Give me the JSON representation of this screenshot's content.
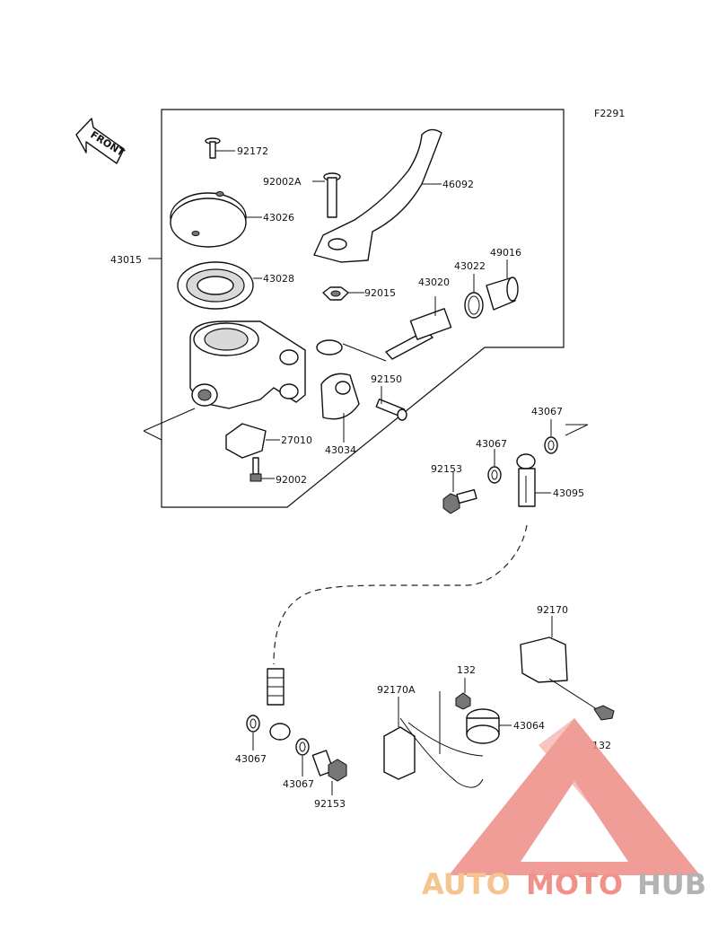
{
  "diagram": {
    "code": "F2291",
    "front_label": "FRONT",
    "parts": [
      {
        "id": "p92172",
        "number": "92172"
      },
      {
        "id": "p92002A",
        "number": "92002A"
      },
      {
        "id": "p46092",
        "number": "46092"
      },
      {
        "id": "p43026",
        "number": "43026"
      },
      {
        "id": "p43015",
        "number": "43015"
      },
      {
        "id": "p43028",
        "number": "43028"
      },
      {
        "id": "p92015",
        "number": "92015"
      },
      {
        "id": "p43020",
        "number": "43020"
      },
      {
        "id": "p43022",
        "number": "43022"
      },
      {
        "id": "p49016",
        "number": "49016"
      },
      {
        "id": "p92150",
        "number": "92150"
      },
      {
        "id": "p27010",
        "number": "27010"
      },
      {
        "id": "p43034",
        "number": "43034"
      },
      {
        "id": "p92002",
        "number": "92002"
      },
      {
        "id": "p43067a",
        "number": "43067"
      },
      {
        "id": "p43067b",
        "number": "43067"
      },
      {
        "id": "p92153a",
        "number": "92153"
      },
      {
        "id": "p43095",
        "number": "43095"
      },
      {
        "id": "p92170",
        "number": "92170"
      },
      {
        "id": "p132a",
        "number": "132"
      },
      {
        "id": "p92170A",
        "number": "92170A"
      },
      {
        "id": "p43064",
        "number": "43064"
      },
      {
        "id": "p132b",
        "number": "132"
      },
      {
        "id": "p43067c",
        "number": "43067"
      },
      {
        "id": "p43067d",
        "number": "43067"
      },
      {
        "id": "p92153b",
        "number": "92153"
      }
    ]
  },
  "watermark": {
    "part1": "AUTO",
    "part2": "MOTO",
    "part3": "HUB",
    "colors": {
      "auto": "#f5c490",
      "moto": "#f0928a",
      "hub": "#b3b3b3",
      "logo": "#ef8d86"
    }
  }
}
